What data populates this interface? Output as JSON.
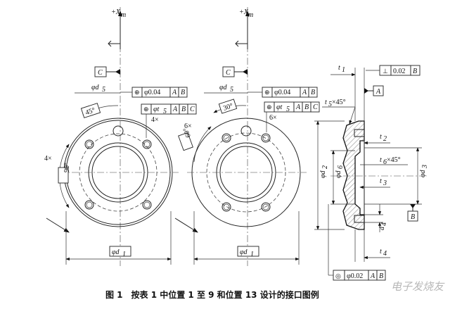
{
  "caption": "图 1　按表 1 中位置 1 至 9 和位置 13 设计的接口图例",
  "watermark": "电子发烧友",
  "left_view": {
    "axis_label": "+X",
    "axis_sub": "m",
    "datum_c": "C",
    "d5": "φd",
    "d5_sub": "5",
    "fcf1": [
      "⊕",
      "φ0.04",
      "A",
      "B"
    ],
    "fcf2": [
      "⊕",
      "φt",
      "5",
      "A",
      "B",
      "C"
    ],
    "angle_top": "45°",
    "angle_side": "90°",
    "count_holes": "4×",
    "count_holes_2": "4×",
    "d1": "φd",
    "d1_sub": "1"
  },
  "middle_view": {
    "axis_label": "+X",
    "axis_sub": "m",
    "datum_c": "C",
    "d5": "φd",
    "d5_sub": "5",
    "fcf1": [
      "⊕",
      "φ0.04",
      "A",
      "B"
    ],
    "fcf2": [
      "⊕",
      "φt",
      "5",
      "A",
      "B",
      "C"
    ],
    "angle_top": "30°",
    "angle_side": "60°",
    "count_holes": "6×",
    "count_holes_2": "6×",
    "d1": "φd",
    "d1_sub": "1"
  },
  "right_view": {
    "t1": "t",
    "t1_sub": "1",
    "perp_fcf": [
      "⊥",
      "0.02",
      "B"
    ],
    "datum_a": "A",
    "chamfer_top": "t",
    "chamfer_top_sub": "5",
    "chamfer_top_rest": "×45°",
    "t2": "t",
    "t2_sub": "2",
    "chamfer_mid": "t",
    "chamfer_mid_sub": "6",
    "chamfer_mid_rest": "×45°",
    "t3": "t",
    "t3_sub": "3",
    "d2": "φd",
    "d2_sub": "2",
    "d6": "φd",
    "d6_sub": "6",
    "d3": "φd",
    "d3_sub": "3",
    "datum_b": "B",
    "t4": "t",
    "t4_sub": "4",
    "d4": "d",
    "d4_sub": "4",
    "conc_fcf": [
      "◎",
      "φ0.02",
      "A",
      "B"
    ]
  }
}
